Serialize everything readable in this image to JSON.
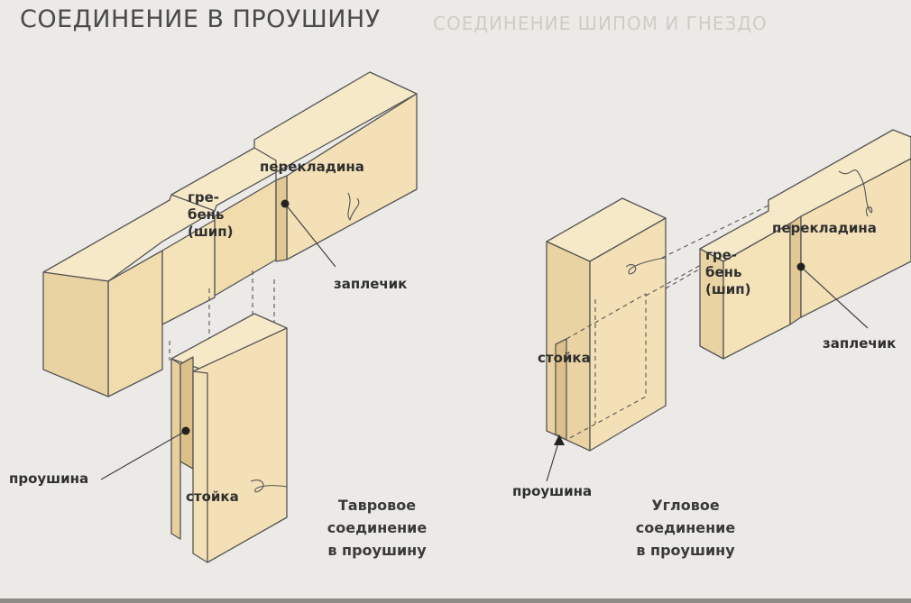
{
  "title": "СОЕДИНЕНИЕ В ПРОУШИНУ",
  "background_heading": "СОЕДИНЕНИЕ ШИПОМ И ГНЕЗДО",
  "colors": {
    "wood": "#f4e3bc",
    "wood_side": "#eddab0",
    "wood_shade": "#e3cc9c",
    "line": "#555555",
    "text": "#2f2f2f"
  },
  "tee_joint": {
    "labels": {
      "crossbar": "перекладина",
      "tenon": [
        "гре-",
        "бень",
        "(шип)"
      ],
      "shoulder": "заплечик",
      "slot": "проушина",
      "post": "стойка"
    },
    "caption": [
      "Тавровое",
      "соединение",
      "в проушину"
    ]
  },
  "corner_joint": {
    "labels": {
      "crossbar": "перекладина",
      "tenon": [
        "гре-",
        "бень",
        "(шип)"
      ],
      "shoulder": "заплечик",
      "slot": "проушина",
      "post": "стойка"
    },
    "caption": [
      "Угловое",
      "соединение",
      "в проушину"
    ]
  }
}
